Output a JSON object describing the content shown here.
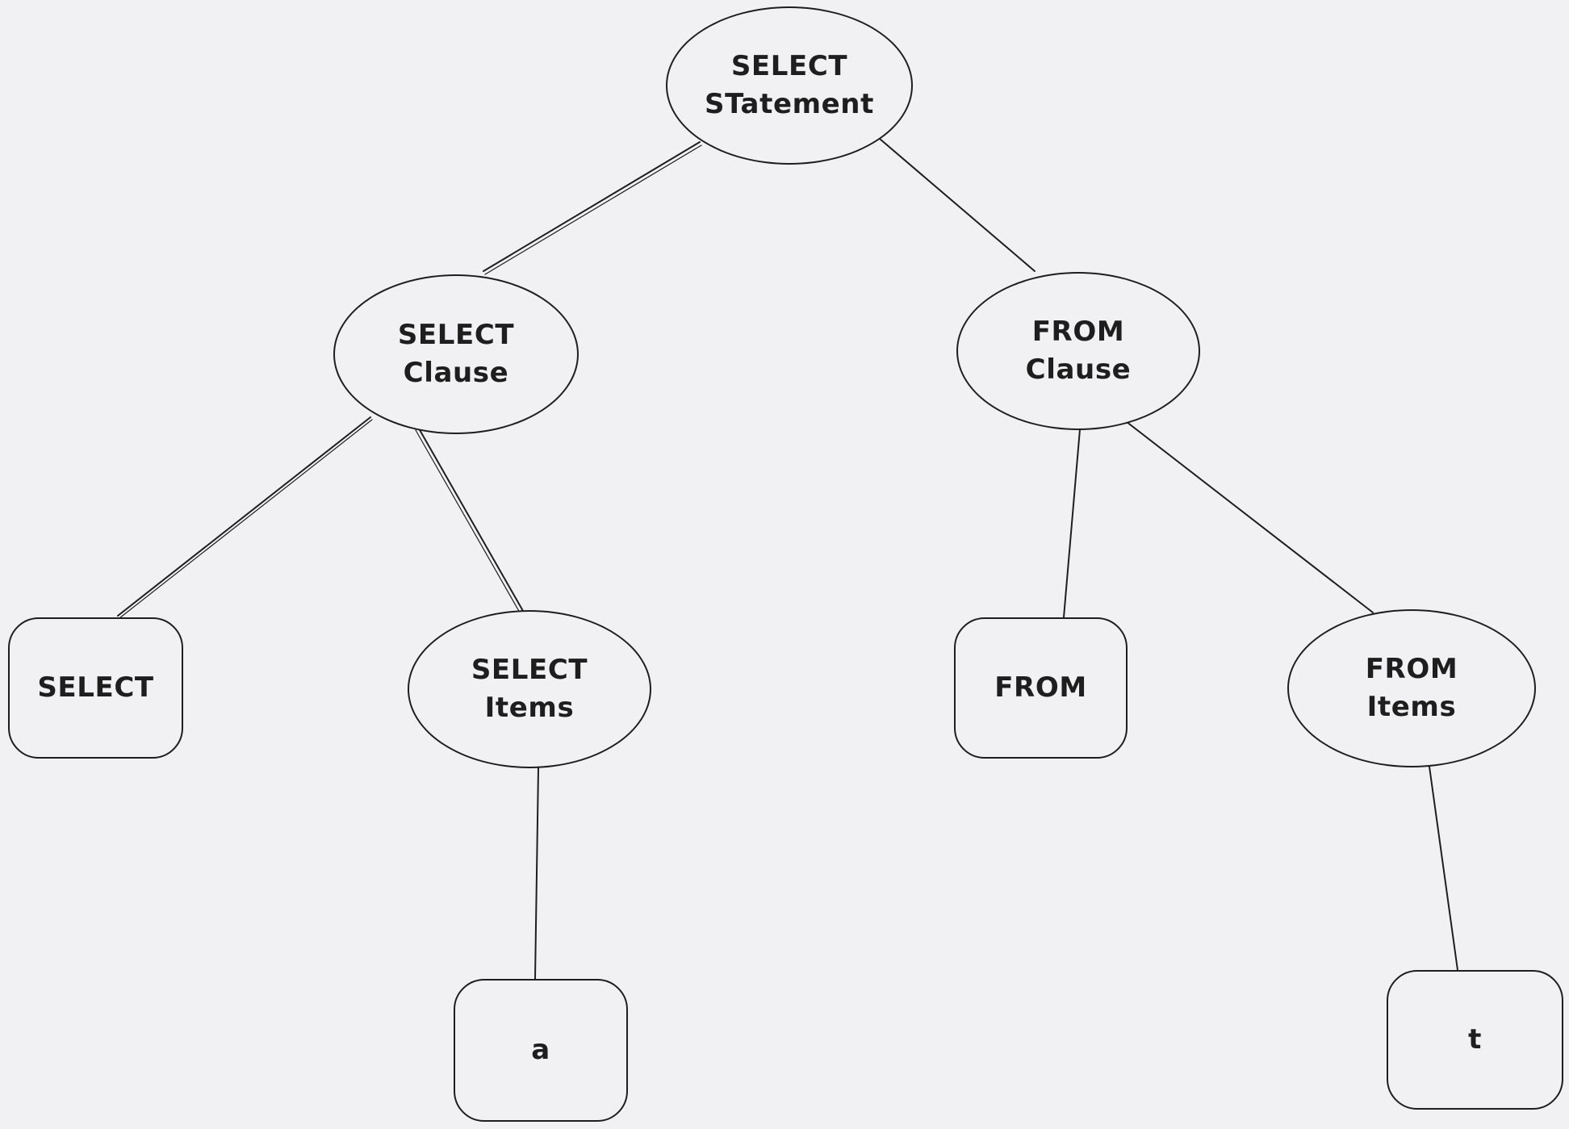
{
  "canvas": {
    "background_color": "#f1f1f4",
    "stroke_color": "#1e1e1e"
  },
  "diagram": {
    "type": "tree",
    "description": "SQL SELECT statement parse tree",
    "nodes": [
      {
        "id": "select-statement",
        "shape": "ellipse",
        "label": "SELECT\nSTatement"
      },
      {
        "id": "select-clause",
        "shape": "ellipse",
        "label": "SELECT\nClause"
      },
      {
        "id": "from-clause",
        "shape": "ellipse",
        "label": "FROM\nClause"
      },
      {
        "id": "select-keyword",
        "shape": "rectangle",
        "label": "SELECT"
      },
      {
        "id": "select-items",
        "shape": "ellipse",
        "label": "SELECT\nItems"
      },
      {
        "id": "from-keyword",
        "shape": "rectangle",
        "label": "FROM"
      },
      {
        "id": "from-items",
        "shape": "ellipse",
        "label": "FROM\nItems"
      },
      {
        "id": "column-a",
        "shape": "rectangle",
        "label": "a"
      },
      {
        "id": "table-t",
        "shape": "rectangle",
        "label": "t"
      }
    ],
    "edges": [
      {
        "from": "select-statement",
        "to": "select-clause"
      },
      {
        "from": "select-statement",
        "to": "from-clause"
      },
      {
        "from": "select-clause",
        "to": "select-keyword"
      },
      {
        "from": "select-clause",
        "to": "select-items"
      },
      {
        "from": "from-clause",
        "to": "from-keyword"
      },
      {
        "from": "from-clause",
        "to": "from-items"
      },
      {
        "from": "select-items",
        "to": "column-a"
      },
      {
        "from": "from-items",
        "to": "table-t"
      }
    ]
  }
}
